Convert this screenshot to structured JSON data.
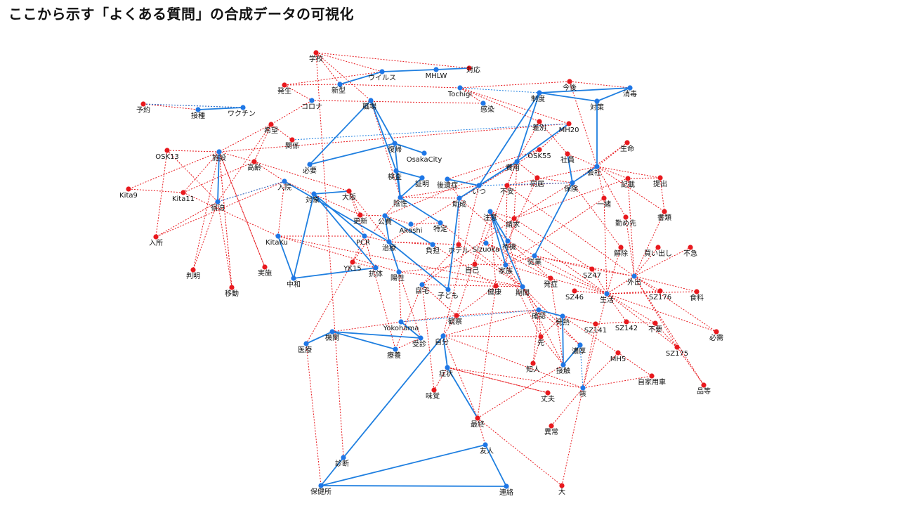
{
  "title": "ここから示す「よくある質問」の合成データの可視化",
  "colors": {
    "blue": "#1f77e6",
    "red": "#e8191e",
    "blue_edge": "#1f7fe0",
    "red_edge": "#e8191e"
  },
  "nodes": [
    {
      "id": "学校",
      "c": "r"
    },
    {
      "id": "ウイルス",
      "c": "b"
    },
    {
      "id": "MHLW",
      "c": "b"
    },
    {
      "id": "対応",
      "c": "r"
    },
    {
      "id": "発生",
      "c": "r"
    },
    {
      "id": "新型",
      "c": "b"
    },
    {
      "id": "Tochigi",
      "c": "b"
    },
    {
      "id": "今後",
      "c": "r"
    },
    {
      "id": "消毒",
      "c": "b"
    },
    {
      "id": "予約",
      "c": "r"
    },
    {
      "id": "接種",
      "c": "b"
    },
    {
      "id": "ワクチン",
      "c": "b"
    },
    {
      "id": "コロナ",
      "c": "b"
    },
    {
      "id": "職場",
      "c": "b"
    },
    {
      "id": "感染",
      "c": "b"
    },
    {
      "id": "制度",
      "c": "b"
    },
    {
      "id": "対策",
      "c": "b"
    },
    {
      "id": "希望",
      "c": "r"
    },
    {
      "id": "差別",
      "c": "r"
    },
    {
      "id": "MH20",
      "c": "r"
    },
    {
      "id": "関係",
      "c": "r"
    },
    {
      "id": "復帰",
      "c": "b"
    },
    {
      "id": "OSK13",
      "c": "r"
    },
    {
      "id": "施設",
      "c": "b"
    },
    {
      "id": "OsakaCity",
      "c": "b"
    },
    {
      "id": "OSK55",
      "c": "r"
    },
    {
      "id": "社員",
      "c": "r"
    },
    {
      "id": "生命",
      "c": "r"
    },
    {
      "id": "高齢",
      "c": "r"
    },
    {
      "id": "必要",
      "c": "b"
    },
    {
      "id": "費用",
      "c": "b"
    },
    {
      "id": "会社",
      "c": "b"
    },
    {
      "id": "検査",
      "c": "b"
    },
    {
      "id": "証明",
      "c": "b"
    },
    {
      "id": "後遺症",
      "c": "b"
    },
    {
      "id": "同居",
      "c": "r"
    },
    {
      "id": "記載",
      "c": "r"
    },
    {
      "id": "提出",
      "c": "r"
    },
    {
      "id": "入院",
      "c": "b"
    },
    {
      "id": "いつ",
      "c": "b"
    },
    {
      "id": "不安",
      "c": "r"
    },
    {
      "id": "保険",
      "c": "b"
    },
    {
      "id": "Kita9",
      "c": "r"
    },
    {
      "id": "Kita11",
      "c": "r"
    },
    {
      "id": "宿泊",
      "c": "b"
    },
    {
      "id": "対象",
      "c": "b"
    },
    {
      "id": "大阪",
      "c": "r"
    },
    {
      "id": "陰性",
      "c": "b"
    },
    {
      "id": "助成",
      "c": "b"
    },
    {
      "id": "一緒",
      "c": "r"
    },
    {
      "id": "更新",
      "c": "r"
    },
    {
      "id": "公費",
      "c": "b"
    },
    {
      "id": "注意",
      "c": "b"
    },
    {
      "id": "勤め先",
      "c": "r"
    },
    {
      "id": "書類",
      "c": "r"
    },
    {
      "id": "Akashi",
      "c": "b"
    },
    {
      "id": "特定",
      "c": "b"
    },
    {
      "id": "請求",
      "c": "r"
    },
    {
      "id": "入所",
      "c": "r"
    },
    {
      "id": "KitaKu",
      "c": "b"
    },
    {
      "id": "PCR",
      "c": "b"
    },
    {
      "id": "治療",
      "c": "b"
    },
    {
      "id": "負担",
      "c": "b"
    },
    {
      "id": "ホテル",
      "c": "r"
    },
    {
      "id": "Sizuoka",
      "c": "b"
    },
    {
      "id": "待機",
      "c": "b"
    },
    {
      "id": "解除",
      "c": "r"
    },
    {
      "id": "買い出し",
      "c": "r"
    },
    {
      "id": "不急",
      "c": "r"
    },
    {
      "id": "YK15",
      "c": "r"
    },
    {
      "id": "自己",
      "c": "r"
    },
    {
      "id": "従業",
      "c": "b"
    },
    {
      "id": "判明",
      "c": "r"
    },
    {
      "id": "実施",
      "c": "r"
    },
    {
      "id": "抗体",
      "c": "b"
    },
    {
      "id": "陽性",
      "c": "b"
    },
    {
      "id": "家族",
      "c": "b"
    },
    {
      "id": "SZ47",
      "c": "r"
    },
    {
      "id": "外出",
      "c": "b"
    },
    {
      "id": "移動",
      "c": "r"
    },
    {
      "id": "中和",
      "c": "b"
    },
    {
      "id": "自宅",
      "c": "b"
    },
    {
      "id": "子ども",
      "c": "b"
    },
    {
      "id": "健康",
      "c": "r"
    },
    {
      "id": "期間",
      "c": "b"
    },
    {
      "id": "発症",
      "c": "r"
    },
    {
      "id": "SZ46",
      "c": "r"
    },
    {
      "id": "生活",
      "c": "b"
    },
    {
      "id": "SZ176",
      "c": "r"
    },
    {
      "id": "食料",
      "c": "r"
    },
    {
      "id": "確認",
      "c": "b"
    },
    {
      "id": "観察",
      "c": "r"
    },
    {
      "id": "発熱",
      "c": "b"
    },
    {
      "id": "Yokohama",
      "c": "b"
    },
    {
      "id": "SZ141",
      "c": "r"
    },
    {
      "id": "SZ142",
      "c": "r"
    },
    {
      "id": "不要",
      "c": "r"
    },
    {
      "id": "必需",
      "c": "r"
    },
    {
      "id": "機関",
      "c": "b"
    },
    {
      "id": "自分",
      "c": "b"
    },
    {
      "id": "先",
      "c": "r"
    },
    {
      "id": "医療",
      "c": "b"
    },
    {
      "id": "受診",
      "c": "b"
    },
    {
      "id": "療養",
      "c": "b"
    },
    {
      "id": "濃厚",
      "c": "b"
    },
    {
      "id": "SZ175",
      "c": "r"
    },
    {
      "id": "MH5",
      "c": "r"
    },
    {
      "id": "知人",
      "c": "r"
    },
    {
      "id": "接触",
      "c": "b"
    },
    {
      "id": "症状",
      "c": "b"
    },
    {
      "id": "自家用車",
      "c": "r"
    },
    {
      "id": "品等",
      "c": "r"
    },
    {
      "id": "咳",
      "c": "b"
    },
    {
      "id": "味覚",
      "c": "r"
    },
    {
      "id": "丈夫",
      "c": "r"
    },
    {
      "id": "異常",
      "c": "r"
    },
    {
      "id": "最終",
      "c": "r"
    },
    {
      "id": "友人",
      "c": "b"
    },
    {
      "id": "診断",
      "c": "b"
    },
    {
      "id": "保健所",
      "c": "b"
    },
    {
      "id": "連絡",
      "c": "b"
    },
    {
      "id": "大",
      "c": "r"
    }
  ],
  "blue_edges": [
    [
      "ウイルス",
      "MHLW"
    ],
    [
      "ウイルス",
      "新型"
    ],
    [
      "対応",
      "MHLW"
    ],
    [
      "制度",
      "消毒"
    ],
    [
      "対策",
      "消毒"
    ],
    [
      "対策",
      "会社"
    ],
    [
      "対策",
      "制度"
    ],
    [
      "接種",
      "ワクチン"
    ],
    [
      "職場",
      "復帰"
    ],
    [
      "職場",
      "検査"
    ],
    [
      "職場",
      "必要"
    ],
    [
      "復帰",
      "必要"
    ],
    [
      "復帰",
      "OsakaCity"
    ],
    [
      "復帰",
      "陰性"
    ],
    [
      "検査",
      "陰性"
    ],
    [
      "検査",
      "証明"
    ],
    [
      "費用",
      "いつ"
    ],
    [
      "費用",
      "MH20"
    ],
    [
      "費用",
      "制度"
    ],
    [
      "費用",
      "助成"
    ],
    [
      "保険",
      "従業"
    ],
    [
      "保険",
      "会社"
    ],
    [
      "保険",
      "社員"
    ],
    [
      "いつ",
      "後遺症"
    ],
    [
      "いつ",
      "制度"
    ],
    [
      "施設",
      "宿泊"
    ],
    [
      "対象",
      "PCR"
    ],
    [
      "対象",
      "中和"
    ],
    [
      "対象",
      "大阪"
    ],
    [
      "対象",
      "抗体"
    ],
    [
      "陰性",
      "証明"
    ],
    [
      "陰性",
      "特定"
    ],
    [
      "公費",
      "治療"
    ],
    [
      "公費",
      "負担"
    ],
    [
      "入院",
      "治療"
    ],
    [
      "中和",
      "KitaKu"
    ],
    [
      "中和",
      "抗体"
    ],
    [
      "治療",
      "子ども"
    ],
    [
      "治療",
      "陽性"
    ],
    [
      "注意",
      "家族"
    ],
    [
      "注意",
      "期間"
    ],
    [
      "注意",
      "待機"
    ],
    [
      "子ども",
      "助成"
    ],
    [
      "機関",
      "医療"
    ],
    [
      "機関",
      "受診"
    ],
    [
      "機関",
      "療養"
    ],
    [
      "受診",
      "Yokohama"
    ],
    [
      "自分",
      "診断"
    ],
    [
      "自分",
      "症状"
    ],
    [
      "症状",
      "最終"
    ],
    [
      "友人",
      "保健所"
    ],
    [
      "友人",
      "連絡"
    ],
    [
      "診断",
      "保健所"
    ],
    [
      "保健所",
      "連絡"
    ],
    [
      "確認",
      "発熱"
    ],
    [
      "接触",
      "発熱"
    ],
    [
      "濃厚",
      "接触"
    ]
  ],
  "blue_dotted_edges": [
    [
      "Tochigi",
      "制度"
    ],
    [
      "関係",
      "MH20"
    ],
    [
      "宿泊",
      "施設"
    ],
    [
      "入院",
      "宿泊"
    ],
    [
      "Yokohama",
      "確認"
    ],
    [
      "ワクチン",
      "予約"
    ],
    [
      "いつ",
      "保険"
    ],
    [
      "濃厚",
      "咳"
    ]
  ],
  "red_edges": [
    [
      "学校",
      "対応"
    ],
    [
      "学校",
      "新型"
    ],
    [
      "学校",
      "ウイルス"
    ],
    [
      "学校",
      "職場"
    ],
    [
      "学校",
      "診断"
    ],
    [
      "発生",
      "ウイルス"
    ],
    [
      "発生",
      "新型"
    ],
    [
      "発生",
      "コロナ"
    ],
    [
      "新型",
      "Tochigi"
    ],
    [
      "コロナ",
      "感染"
    ],
    [
      "コロナ",
      "希望"
    ],
    [
      "Tochigi",
      "感染"
    ],
    [
      "Tochigi",
      "差別"
    ],
    [
      "Tochigi",
      "MH20"
    ],
    [
      "今後",
      "会社"
    ],
    [
      "今後",
      "消毒"
    ],
    [
      "今後",
      "Tochigi"
    ],
    [
      "予約",
      "接種"
    ],
    [
      "予約",
      "ワクチン"
    ],
    [
      "希望",
      "施設"
    ],
    [
      "希望",
      "関係"
    ],
    [
      "希望",
      "高齢"
    ],
    [
      "希望",
      "宿泊"
    ],
    [
      "差別",
      "社員"
    ],
    [
      "差別",
      "費用"
    ],
    [
      "MH20",
      "施設"
    ],
    [
      "MH20",
      "OSK55"
    ],
    [
      "MH20",
      "費用"
    ],
    [
      "OSK13",
      "施設"
    ],
    [
      "OSK13",
      "宿泊"
    ],
    [
      "OSK13",
      "入所"
    ],
    [
      "施設",
      "Kita9"
    ],
    [
      "施設",
      "Kita11"
    ],
    [
      "施設",
      "高齢"
    ],
    [
      "施設",
      "判明"
    ],
    [
      "施設",
      "移動"
    ],
    [
      "施設",
      "実施"
    ],
    [
      "OSK55",
      "後遺症"
    ],
    [
      "OSK55",
      "治療"
    ],
    [
      "社員",
      "会社"
    ],
    [
      "社員",
      "保険"
    ],
    [
      "生命",
      "会社"
    ],
    [
      "生命",
      "保険"
    ],
    [
      "会社",
      "提出"
    ],
    [
      "会社",
      "記載"
    ],
    [
      "会社",
      "一緒"
    ],
    [
      "会社",
      "勤め先"
    ],
    [
      "会社",
      "書類"
    ],
    [
      "会社",
      "不安"
    ],
    [
      "高齢",
      "Kita11"
    ],
    [
      "高齢",
      "入院"
    ],
    [
      "高齢",
      "大阪"
    ],
    [
      "費用",
      "自己"
    ],
    [
      "費用",
      "公費"
    ],
    [
      "費用",
      "不安"
    ],
    [
      "費用",
      "請求"
    ],
    [
      "費用",
      "同居"
    ],
    [
      "同居",
      "保険"
    ],
    [
      "同居",
      "待機"
    ],
    [
      "記載",
      "提出"
    ],
    [
      "記載",
      "外出"
    ],
    [
      "記載",
      "請求"
    ],
    [
      "提出",
      "書類"
    ],
    [
      "入院",
      "入所"
    ],
    [
      "入院",
      "宿泊"
    ],
    [
      "入院",
      "更新"
    ],
    [
      "入院",
      "KitaKu"
    ],
    [
      "いつ",
      "陰性"
    ],
    [
      "いつ",
      "自分"
    ],
    [
      "不安",
      "家族"
    ],
    [
      "不安",
      "外出"
    ],
    [
      "不安",
      "保険"
    ],
    [
      "保険",
      "解除"
    ],
    [
      "保険",
      "請求"
    ],
    [
      "Kita9",
      "Kita11"
    ],
    [
      "Kita11",
      "KitaKu"
    ],
    [
      "宿泊",
      "判明"
    ],
    [
      "宿泊",
      "移動"
    ],
    [
      "大阪",
      "更新"
    ],
    [
      "大阪",
      "PCR"
    ],
    [
      "大阪",
      "治療"
    ],
    [
      "陰性",
      "職場"
    ],
    [
      "陰性",
      "公費"
    ],
    [
      "陰性",
      "助成"
    ],
    [
      "助成",
      "後遺症"
    ],
    [
      "助成",
      "ホテル"
    ],
    [
      "助成",
      "待機"
    ],
    [
      "一緒",
      "家族"
    ],
    [
      "一緒",
      "生活"
    ],
    [
      "更新",
      "公費"
    ],
    [
      "公費",
      "YK15"
    ],
    [
      "公費",
      "Akashi"
    ],
    [
      "注意",
      "観察"
    ],
    [
      "注意",
      "健康"
    ],
    [
      "注意",
      "請求"
    ],
    [
      "注意",
      "生活"
    ],
    [
      "注意",
      "家族"
    ],
    [
      "勤め先",
      "外出"
    ],
    [
      "書類",
      "外出"
    ],
    [
      "Akashi",
      "特定"
    ],
    [
      "特定",
      "期間"
    ],
    [
      "請求",
      "自宅"
    ],
    [
      "請求",
      "SZ47"
    ],
    [
      "請求",
      "家族"
    ],
    [
      "入所",
      "宿泊"
    ],
    [
      "KitaKu",
      "PCR"
    ],
    [
      "KitaKu",
      "陽性"
    ],
    [
      "KitaKu",
      "期間"
    ],
    [
      "PCR",
      "治療"
    ],
    [
      "PCR",
      "YK15"
    ],
    [
      "PCR",
      "療養"
    ],
    [
      "治療",
      "ホテル"
    ],
    [
      "治療",
      "負担"
    ],
    [
      "負担",
      "健康"
    ],
    [
      "ホテル",
      "期間"
    ],
    [
      "ホテル",
      "自宅"
    ],
    [
      "Sizuoka",
      "家族"
    ],
    [
      "Sizuoka",
      "生活"
    ],
    [
      "Sizuoka",
      "発症"
    ],
    [
      "待機",
      "生活"
    ],
    [
      "待機",
      "期間"
    ],
    [
      "待機",
      "発症"
    ],
    [
      "解除",
      "生活"
    ],
    [
      "買い出し",
      "外出"
    ],
    [
      "不急",
      "外出"
    ],
    [
      "YK15",
      "医療"
    ],
    [
      "YK15",
      "抗体"
    ],
    [
      "自己",
      "陽性"
    ],
    [
      "自己",
      "家族"
    ],
    [
      "従業",
      "SZ47"
    ],
    [
      "従業",
      "外出"
    ],
    [
      "従業",
      "家族"
    ],
    [
      "実施",
      "施設"
    ],
    [
      "陽性",
      "期間"
    ],
    [
      "陽性",
      "Yokohama"
    ],
    [
      "陽性",
      "受診"
    ],
    [
      "家族",
      "確認"
    ],
    [
      "家族",
      "発症"
    ],
    [
      "家族",
      "先"
    ],
    [
      "SZ47",
      "生活"
    ],
    [
      "SZ47",
      "外出"
    ],
    [
      "外出",
      "食料"
    ],
    [
      "外出",
      "必需"
    ],
    [
      "外出",
      "SZ175"
    ],
    [
      "外出",
      "生活"
    ],
    [
      "外出",
      "SZ176"
    ],
    [
      "外出",
      "品等"
    ],
    [
      "移動",
      "施設"
    ],
    [
      "自宅",
      "療養"
    ],
    [
      "自宅",
      "観察"
    ],
    [
      "自宅",
      "期間"
    ],
    [
      "健康",
      "観察"
    ],
    [
      "健康",
      "最終"
    ],
    [
      "期間",
      "確認"
    ],
    [
      "期間",
      "濃厚"
    ],
    [
      "期間",
      "接触"
    ],
    [
      "発症",
      "生活"
    ],
    [
      "発症",
      "接触"
    ],
    [
      "SZ46",
      "生活"
    ],
    [
      "生活",
      "SZ176"
    ],
    [
      "生活",
      "食料"
    ],
    [
      "生活",
      "SZ142"
    ],
    [
      "生活",
      "不要"
    ],
    [
      "生活",
      "SZ175"
    ],
    [
      "生活",
      "必需"
    ],
    [
      "生活",
      "咳"
    ],
    [
      "生活",
      "外出"
    ],
    [
      "確認",
      "知人"
    ],
    [
      "確認",
      "先"
    ],
    [
      "確認",
      "観察"
    ],
    [
      "確認",
      "SZ141"
    ],
    [
      "確認",
      "濃厚"
    ],
    [
      "観察",
      "Yokohama"
    ],
    [
      "観察",
      "自分"
    ],
    [
      "観察",
      "自宅"
    ],
    [
      "発熱",
      "SZ141"
    ],
    [
      "発熱",
      "先"
    ],
    [
      "発熱",
      "MH5"
    ],
    [
      "SZ141",
      "咳"
    ],
    [
      "SZ141",
      "SZ142"
    ],
    [
      "SZ142",
      "不要"
    ],
    [
      "不要",
      "SZ175"
    ],
    [
      "SZ175",
      "品等"
    ],
    [
      "機関",
      "Yokohama"
    ],
    [
      "自分",
      "先"
    ],
    [
      "自分",
      "咳"
    ],
    [
      "自分",
      "最終"
    ],
    [
      "自分",
      "確認"
    ],
    [
      "先",
      "接触"
    ],
    [
      "先",
      "知人"
    ],
    [
      "医療",
      "保健所"
    ],
    [
      "受診",
      "療養"
    ],
    [
      "MH5",
      "自家用車"
    ],
    [
      "MH5",
      "咳"
    ],
    [
      "症状",
      "味覚"
    ],
    [
      "症状",
      "丈夫"
    ],
    [
      "症状",
      "咳"
    ],
    [
      "咳",
      "異常"
    ],
    [
      "咳",
      "大"
    ],
    [
      "咳",
      "自家用車"
    ],
    [
      "最終",
      "接触"
    ],
    [
      "最終",
      "友人"
    ],
    [
      "最終",
      "大"
    ],
    [
      "味覚",
      "自宅"
    ],
    [
      "丈夫",
      "症状"
    ]
  ]
}
